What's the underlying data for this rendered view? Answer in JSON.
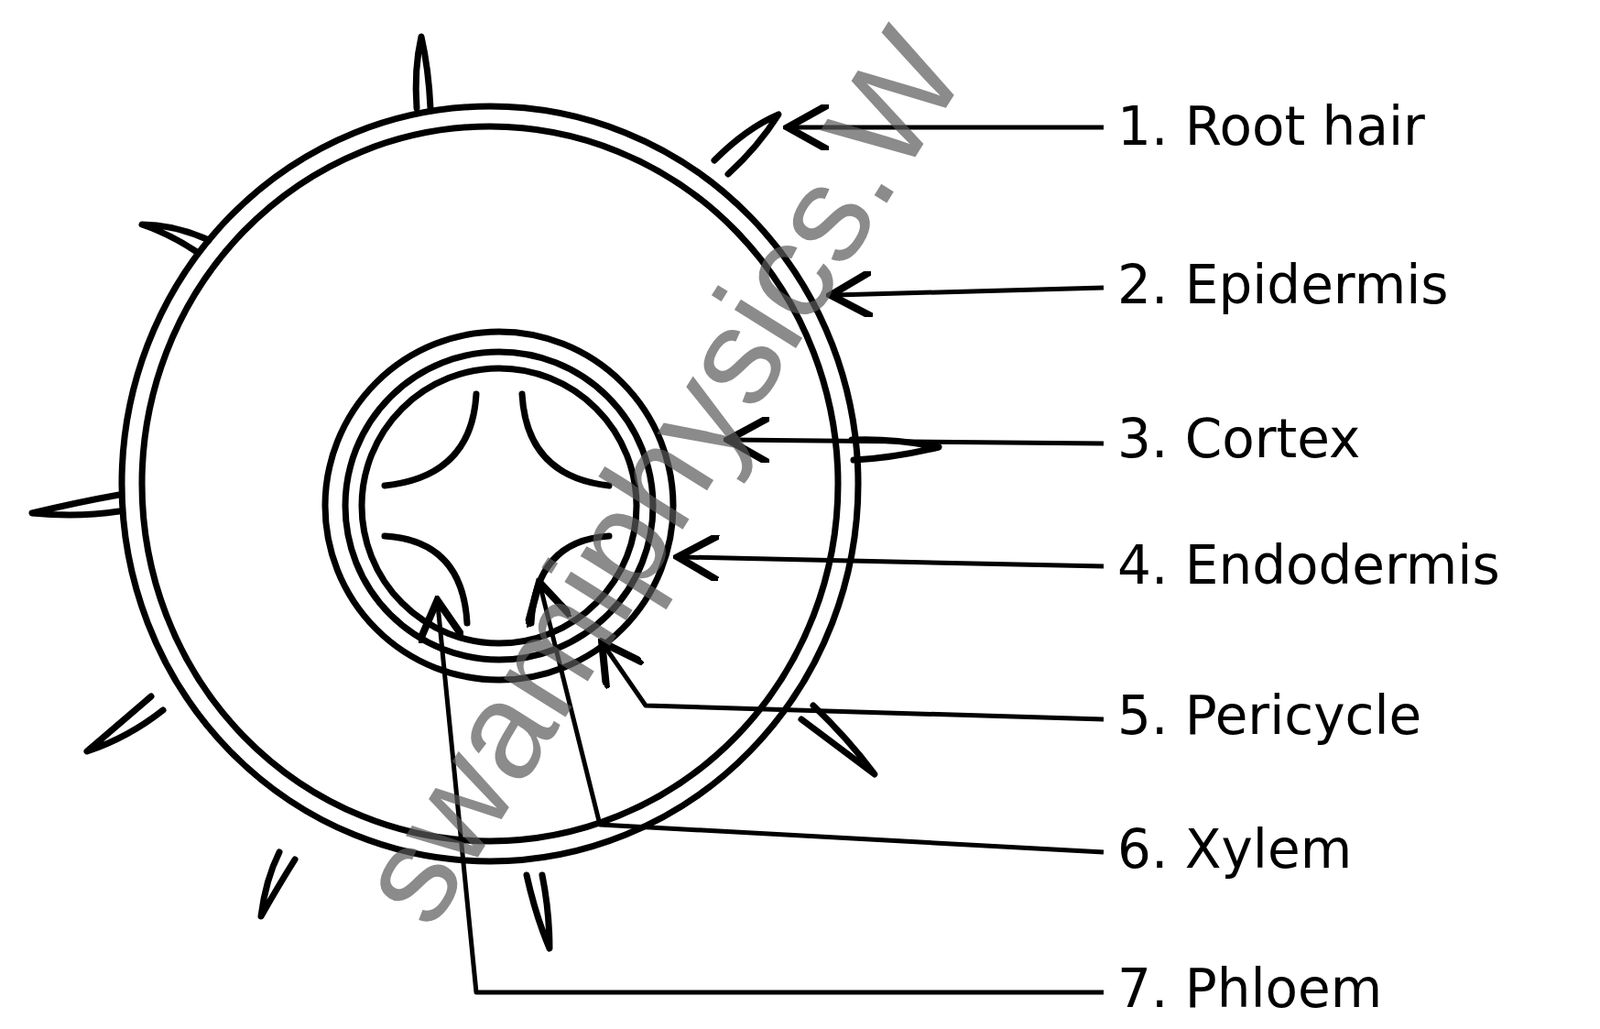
{
  "diagram": {
    "labels": [
      "1. Root hair",
      "2. Epidermis",
      "3. Cortex",
      "4. Endodermis",
      "5. Pericycle",
      "6. Xylem",
      "7. Phloem",
      "swamiphysics.W"
    ]
  }
}
